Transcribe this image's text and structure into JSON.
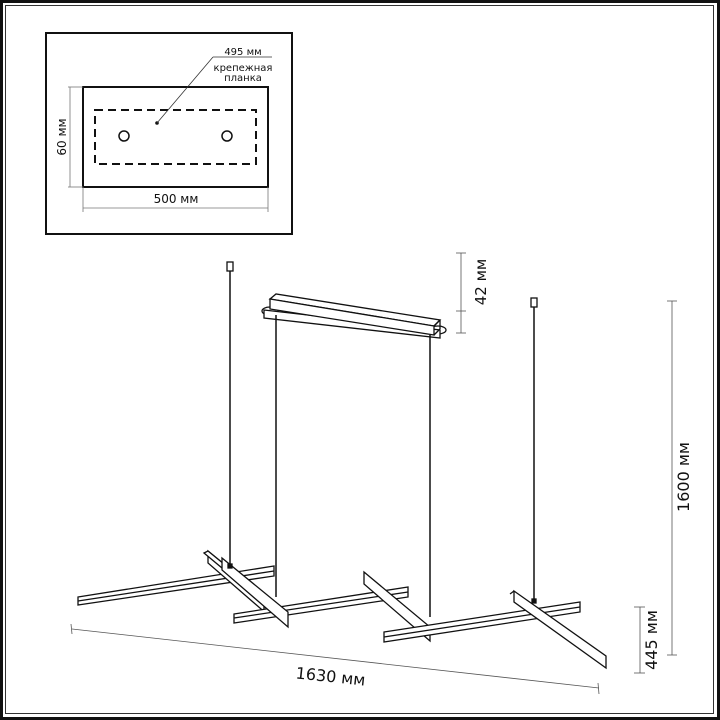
{
  "inset": {
    "bracket_length": "495 мм",
    "bracket_label_line1": "крепежная",
    "bracket_label_line2": "планка",
    "height": "60 мм",
    "width": "500 мм"
  },
  "main": {
    "canopy_height": "42 мм",
    "total_height": "1600 мм",
    "total_length": "1630 мм",
    "depth": "445 мм"
  },
  "colors": {
    "line": "#111111",
    "dimension": "#555555",
    "background": "#ffffff"
  }
}
